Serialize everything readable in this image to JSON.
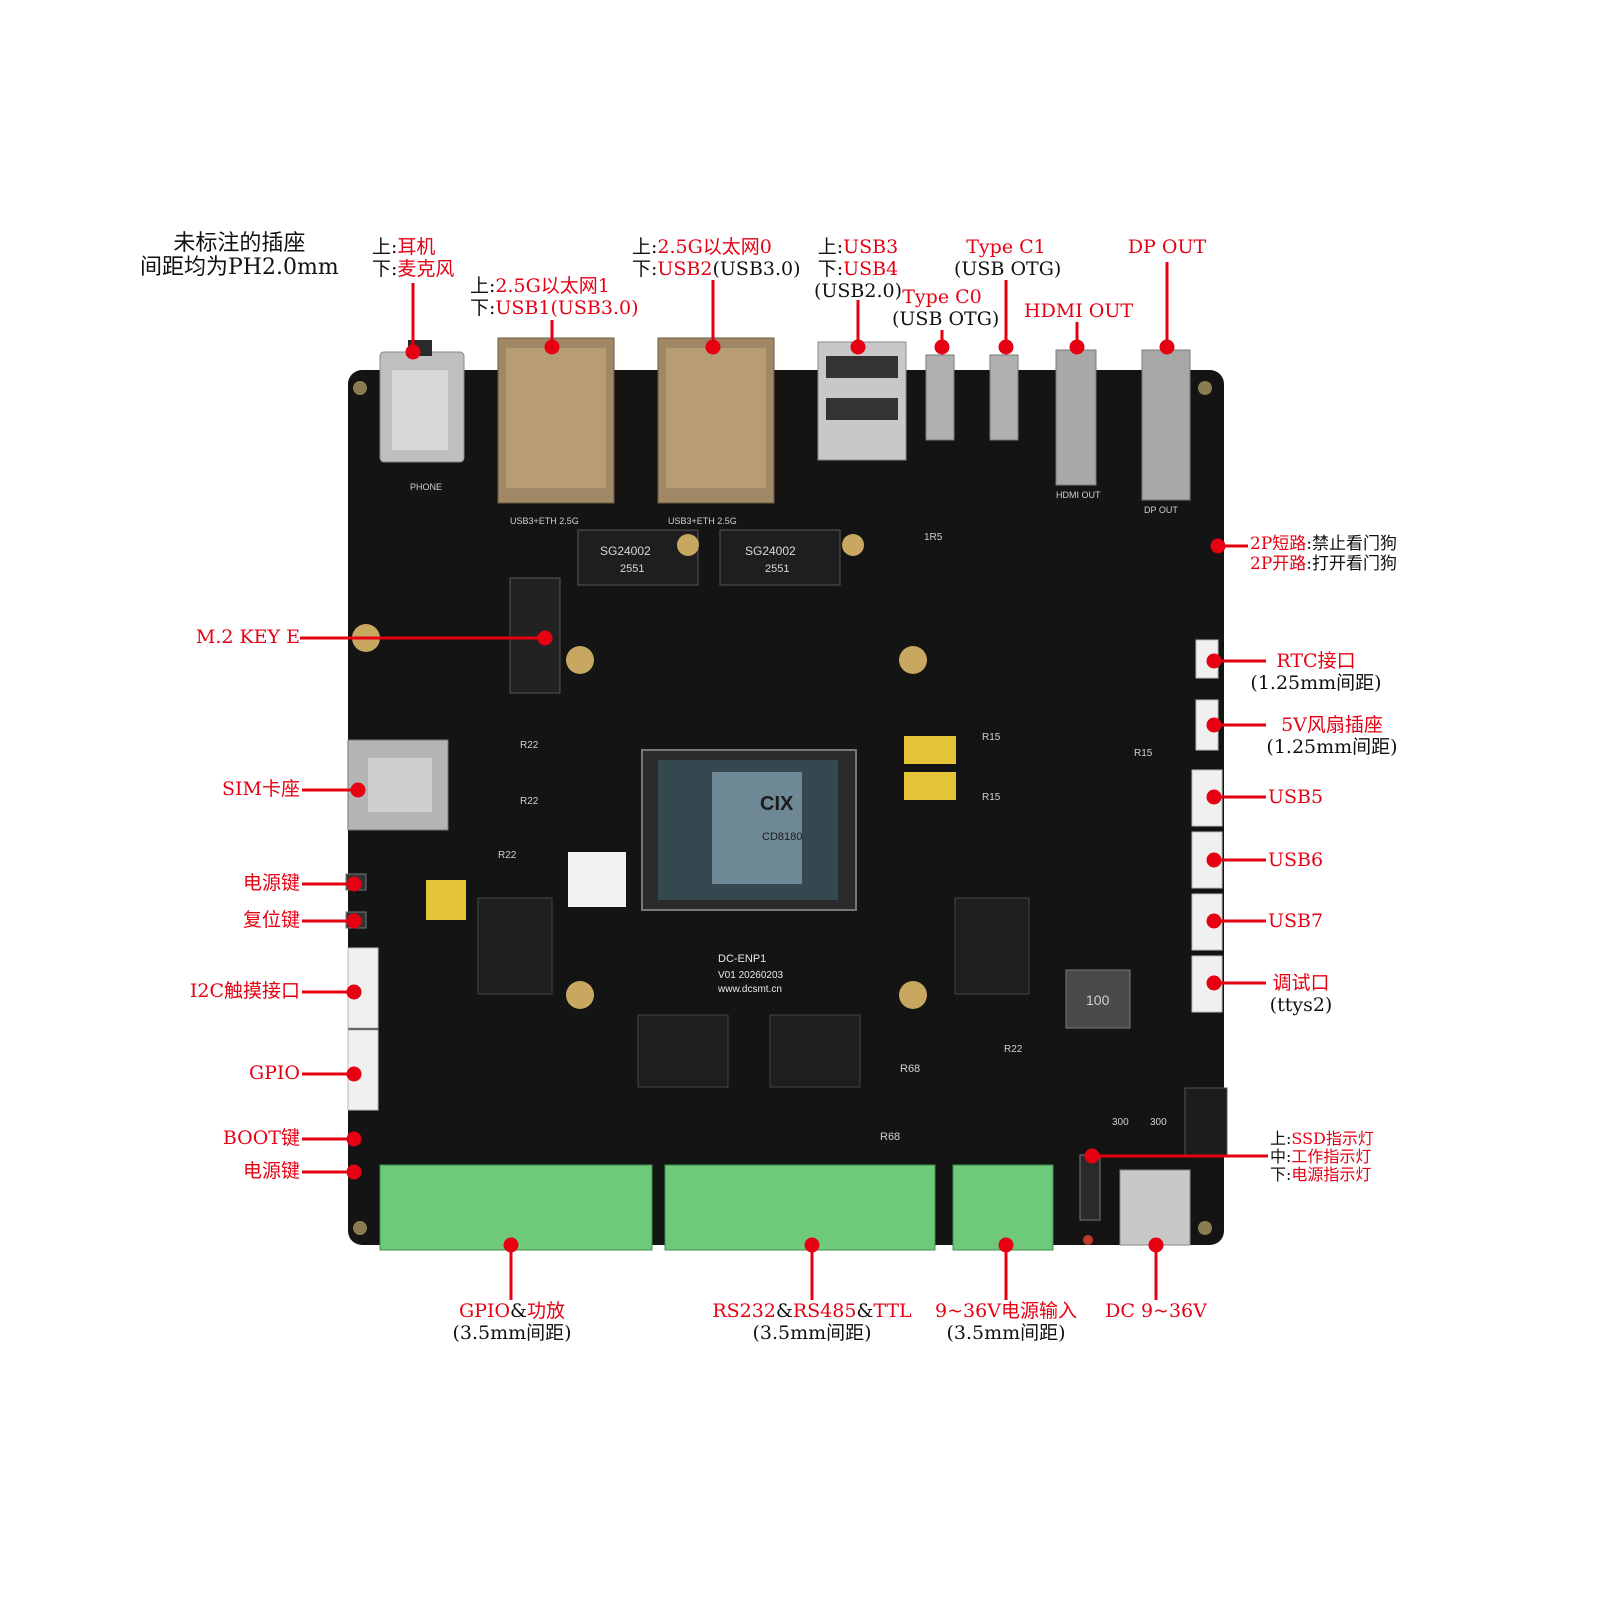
{
  "note": {
    "line1": "未标注的插座",
    "line2": "间距均为PH2.0mm"
  },
  "labels": {
    "audio": {
      "p1": "上:",
      "v1": "耳机",
      "p2": "下:",
      "v2": "麦克风"
    },
    "eth1": {
      "p1": "上:",
      "v1": "2.5G以太网1",
      "p2": "下:",
      "v2": "USB1(USB3.0)"
    },
    "eth0": {
      "p1": "上:",
      "v1": "2.5G以太网0",
      "p2": "下:",
      "v2": "USB2",
      "v2b": "(USB3.0)"
    },
    "usb34": {
      "p1": "上:",
      "v1": "USB3",
      "p2": "下:",
      "v2": "USB4",
      "v3": "(USB2.0)"
    },
    "typec0": {
      "v1": "Type C0",
      "v2": "(USB OTG)"
    },
    "typec1": {
      "v1": "Type C1",
      "v2": "(USB OTG)"
    },
    "hdmi": "HDMI OUT",
    "dp": "DP OUT",
    "watchdog": {
      "a1": "2P短路",
      "b1": ":禁止看门狗",
      "a2": "2P开路",
      "b2": ":打开看门狗"
    },
    "m2": "M.2 KEY E",
    "sim": "SIM卡座",
    "pwr_btn": "电源键",
    "rst_btn": "复位键",
    "i2c_touch": "I2C触摸接口",
    "gpio": "GPIO",
    "boot_btn": "BOOT键",
    "pwr_btn2": "电源键",
    "rtc": {
      "v1": "RTC接口",
      "v2": "(1.25mm间距)"
    },
    "fan": {
      "v1": "5V风扇插座",
      "v2": "(1.25mm间距)"
    },
    "usb5": "USB5",
    "usb6": "USB6",
    "usb7": "USB7",
    "debug": {
      "v1": "调试口",
      "v2": "(ttys2)"
    },
    "leds": {
      "p1": "上:",
      "v1": "SSD指示灯",
      "p2": "中:",
      "v2": "工作指示灯",
      "p3": "下:",
      "v3": "电源指示灯"
    },
    "gpio_amp": {
      "a": "GPIO",
      "b": "&",
      "c": "功放",
      "d": "(3.5mm间距)"
    },
    "serial": {
      "a": "RS232",
      "b": "&",
      "c": "RS485",
      "d": "&",
      "e": "TTL",
      "f": "(3.5mm间距)"
    },
    "power_in": {
      "a": "9~36V电源输入",
      "b": "(3.5mm间距)"
    },
    "dc": "DC 9~36V"
  },
  "silk": {
    "eth_chip1": "SG24002",
    "eth_chip1_sub": "2551",
    "eth_chip2": "SG24002",
    "eth_chip2_sub": "2551",
    "soc_brand": "CIX",
    "soc_model": "CD8180",
    "board_name": "DC-ENP1",
    "board_ver": "V01 20260203",
    "board_url": "www.dcsmt.cn",
    "eth_port1": "USB3+ETH 2.5G",
    "eth_port2": "USB3+ETH 2.5G",
    "phone": "PHONE",
    "hdmi_silk": "HDMI OUT",
    "dp_silk": "DP OUT",
    "inductor": "100",
    "r68a": "R68",
    "r68b": "R68",
    "r22a": "R22",
    "r22b": "R22",
    "r22c": "R22",
    "r22d": "R22",
    "r15a": "R15",
    "r15b": "R15",
    "r15c": "R15",
    "r5": "1R5",
    "tc300a": "300",
    "tc300b": "300"
  },
  "colors": {
    "label_red": "#e60012",
    "pcb": "#141414",
    "terminal_green": "#6fc97a",
    "gold": "#c8a860",
    "lead": "#e60012"
  }
}
